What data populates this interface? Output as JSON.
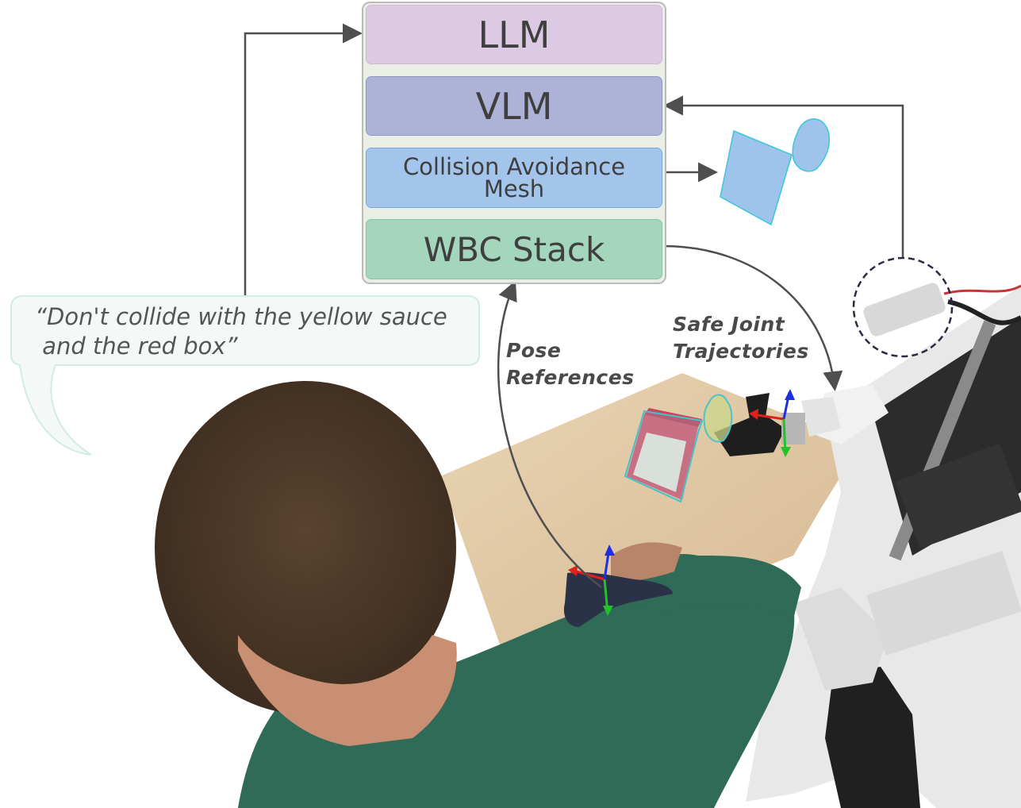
{
  "stack": {
    "llm_label": "LLM",
    "vlm_label": "VLM",
    "collision_line1": "Collision Avoidance",
    "collision_line2": "Mesh",
    "wbc_label": "WBC Stack"
  },
  "labels": {
    "pose_line1": "Pose",
    "pose_line2": "References",
    "safe_line1": "Safe Joint",
    "safe_line2": "Trajectories"
  },
  "speech": {
    "line1": "“Don't collide with the yellow sauce",
    "line2": " and the red box”"
  },
  "colors": {
    "llm": "#dcc9e3",
    "vlm": "#aeb2d6",
    "collision": "#a3c5ec",
    "wbc": "#a4d6be",
    "arrow": "#4f4f4f",
    "mesh": "#9fc4ec",
    "mesh_outline": "#3bc6d9"
  }
}
